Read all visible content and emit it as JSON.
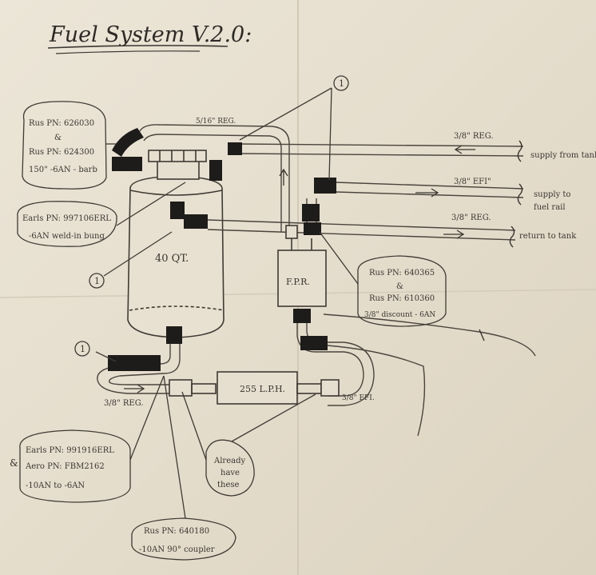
{
  "title": "Fuel System V.2.0:",
  "lines": {
    "top_feed_label": "5/16\" REG.",
    "supply_label": "3/8\" REG.",
    "supply_to_label": "supply from tank",
    "efi_label": "3/8\" EFI\"",
    "efi_to_label_1": "supply to",
    "efi_to_label_2": "fuel rail",
    "return_label": "3/8\" REG.",
    "return_to_label": "return to tank",
    "pump_in_label": "3/8\" REG.",
    "pump_out_label": "3/8\" EFI."
  },
  "components": {
    "tank_label": "40 QT.",
    "fpr_label": "F.P.R.",
    "pump_label": "255 L.P.H."
  },
  "callouts": {
    "rus_1_line1": "Rus PN: 626030",
    "rus_1_amp": "&",
    "rus_1_line2": "Rus PN: 624300",
    "rus_1_line3": "150\" -6AN - barb",
    "earls_1_line1": "Earls PN: 997106ERL",
    "earls_1_line2": "-6AN weld-in bung",
    "rus_2_line1": "Rus PN: 640365",
    "rus_2_amp": "&",
    "rus_2_line2": "Rus PN: 610360",
    "rus_2_line3": "3/8\" discount - 6AN",
    "earls_2_line1": "Earls PN: 991916ERL",
    "earls_2_line2": "Aero PN: FBM2162",
    "earls_2_line3": "-10AN to -6AN",
    "earls_2_mark": "&",
    "already_1": "Already",
    "already_2": "have",
    "already_3": "these",
    "rus_3_line1": "Rus PN: 640180",
    "rus_3_line2": "-10AN 90° coupler"
  },
  "markers": {
    "m1": "1",
    "m2": "1",
    "m3": "1"
  }
}
